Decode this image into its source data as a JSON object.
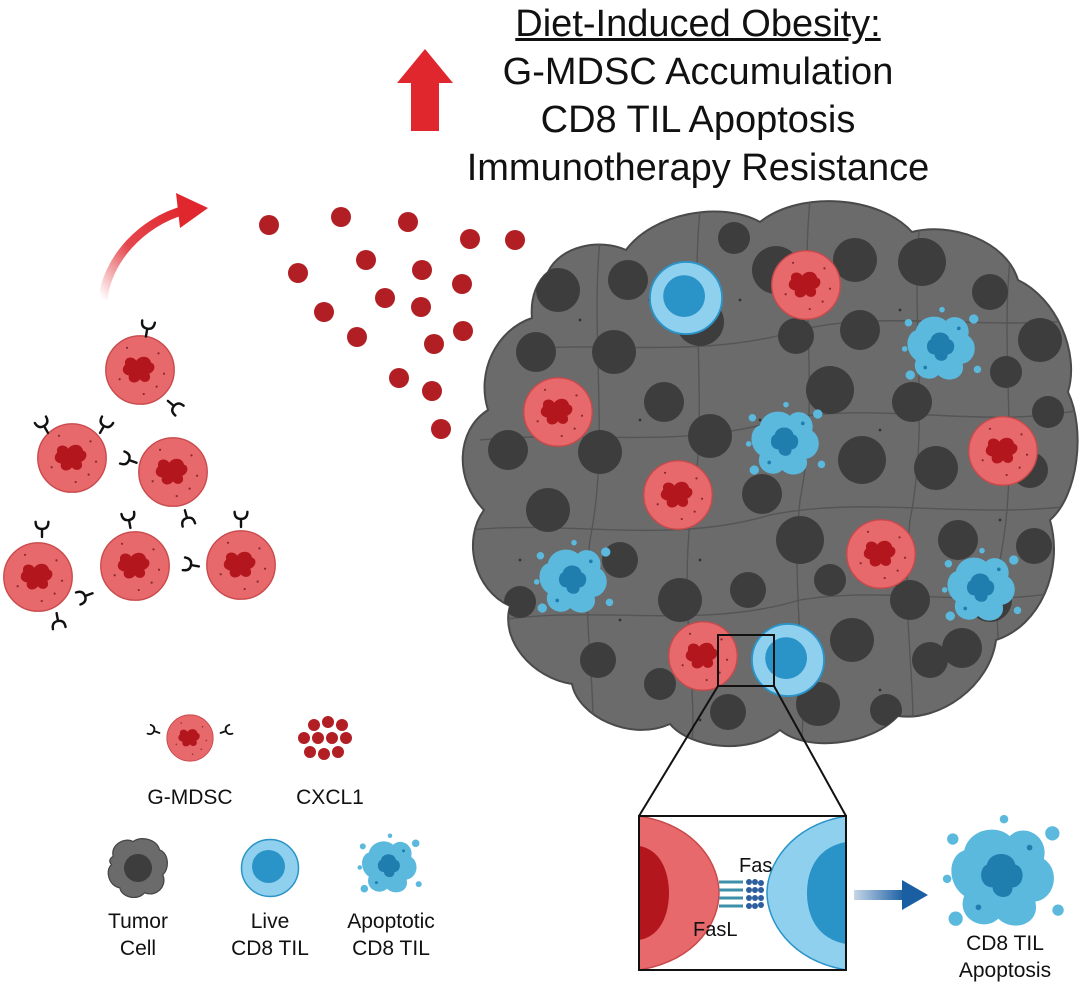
{
  "title": {
    "heading": "Diet-Induced Obesity:",
    "effects": [
      "G-MDSC Accumulation",
      "CD8 TIL Apoptosis",
      "Immunotherapy Resistance"
    ]
  },
  "legend": {
    "gmdsc": "G-MDSC",
    "cxcl1": "CXCL1",
    "tumor_line1": "Tumor",
    "tumor_line2": "Cell",
    "live_line1": "Live",
    "live_line2": "CD8 TIL",
    "apop_line1": "Apoptotic",
    "apop_line2": "CD8 TIL"
  },
  "inset": {
    "receptor_label": "Fas",
    "ligand_label": "FasL"
  },
  "outcome": {
    "line1": "CD8 TIL",
    "line2": "Apoptosis"
  },
  "colors": {
    "mdsc_fill": "#e8696b",
    "mdsc_nucleus": "#b3161c",
    "chemokine": "#b11f24",
    "tumor_fill": "#6b6b6b",
    "tumor_nucleus": "#3d3d3d",
    "til_outer": "#8fd0ef",
    "til_inner": "#2a93c7",
    "apoptotic": "#3fa6cf",
    "up_arrow": "#e0272e",
    "flow_arrow": "#1b5fa3"
  }
}
